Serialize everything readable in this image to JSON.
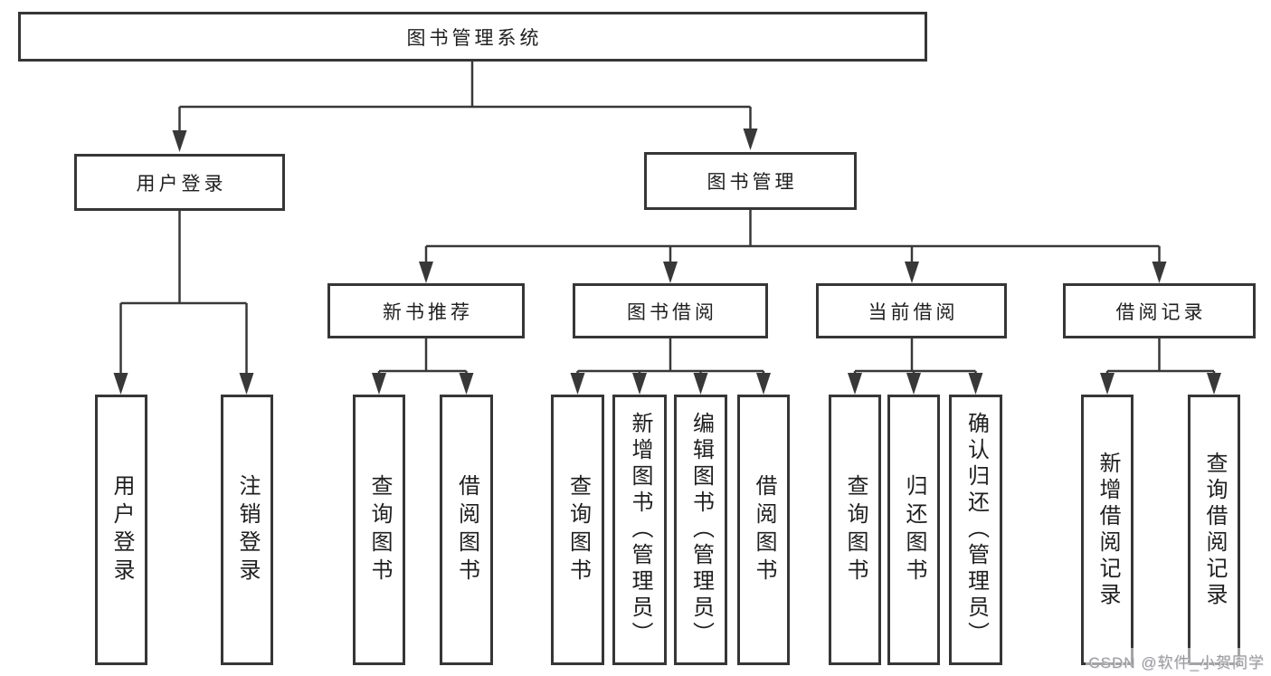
{
  "tree": {
    "root": "图书管理系统",
    "user": {
      "label": "用户登录",
      "children": [
        "用户登录",
        "注销登录"
      ]
    },
    "book": {
      "label": "图书管理"
    },
    "groups": [
      {
        "label": "新书推荐",
        "children": [
          "查询图书",
          "借阅图书"
        ]
      },
      {
        "label": "图书借阅",
        "children": [
          "查询图书",
          "新增图书（管理员）",
          "编辑图书（管理员）",
          "借阅图书"
        ]
      },
      {
        "label": "当前借阅",
        "children": [
          "查询图书",
          "归还图书",
          "确认归还（管理员）"
        ]
      },
      {
        "label": "借阅记录",
        "children": [
          "新增借阅记录",
          "查询借阅记录"
        ]
      }
    ]
  },
  "watermark": {
    "text": "CSDN @软件_小贺同学",
    "color": "#9b9ba1"
  },
  "colors": {
    "line": "#383838",
    "box_border": "#363636",
    "box_fill": "#ffffff",
    "text": "#1f1f1f",
    "background": "#ffffff"
  }
}
